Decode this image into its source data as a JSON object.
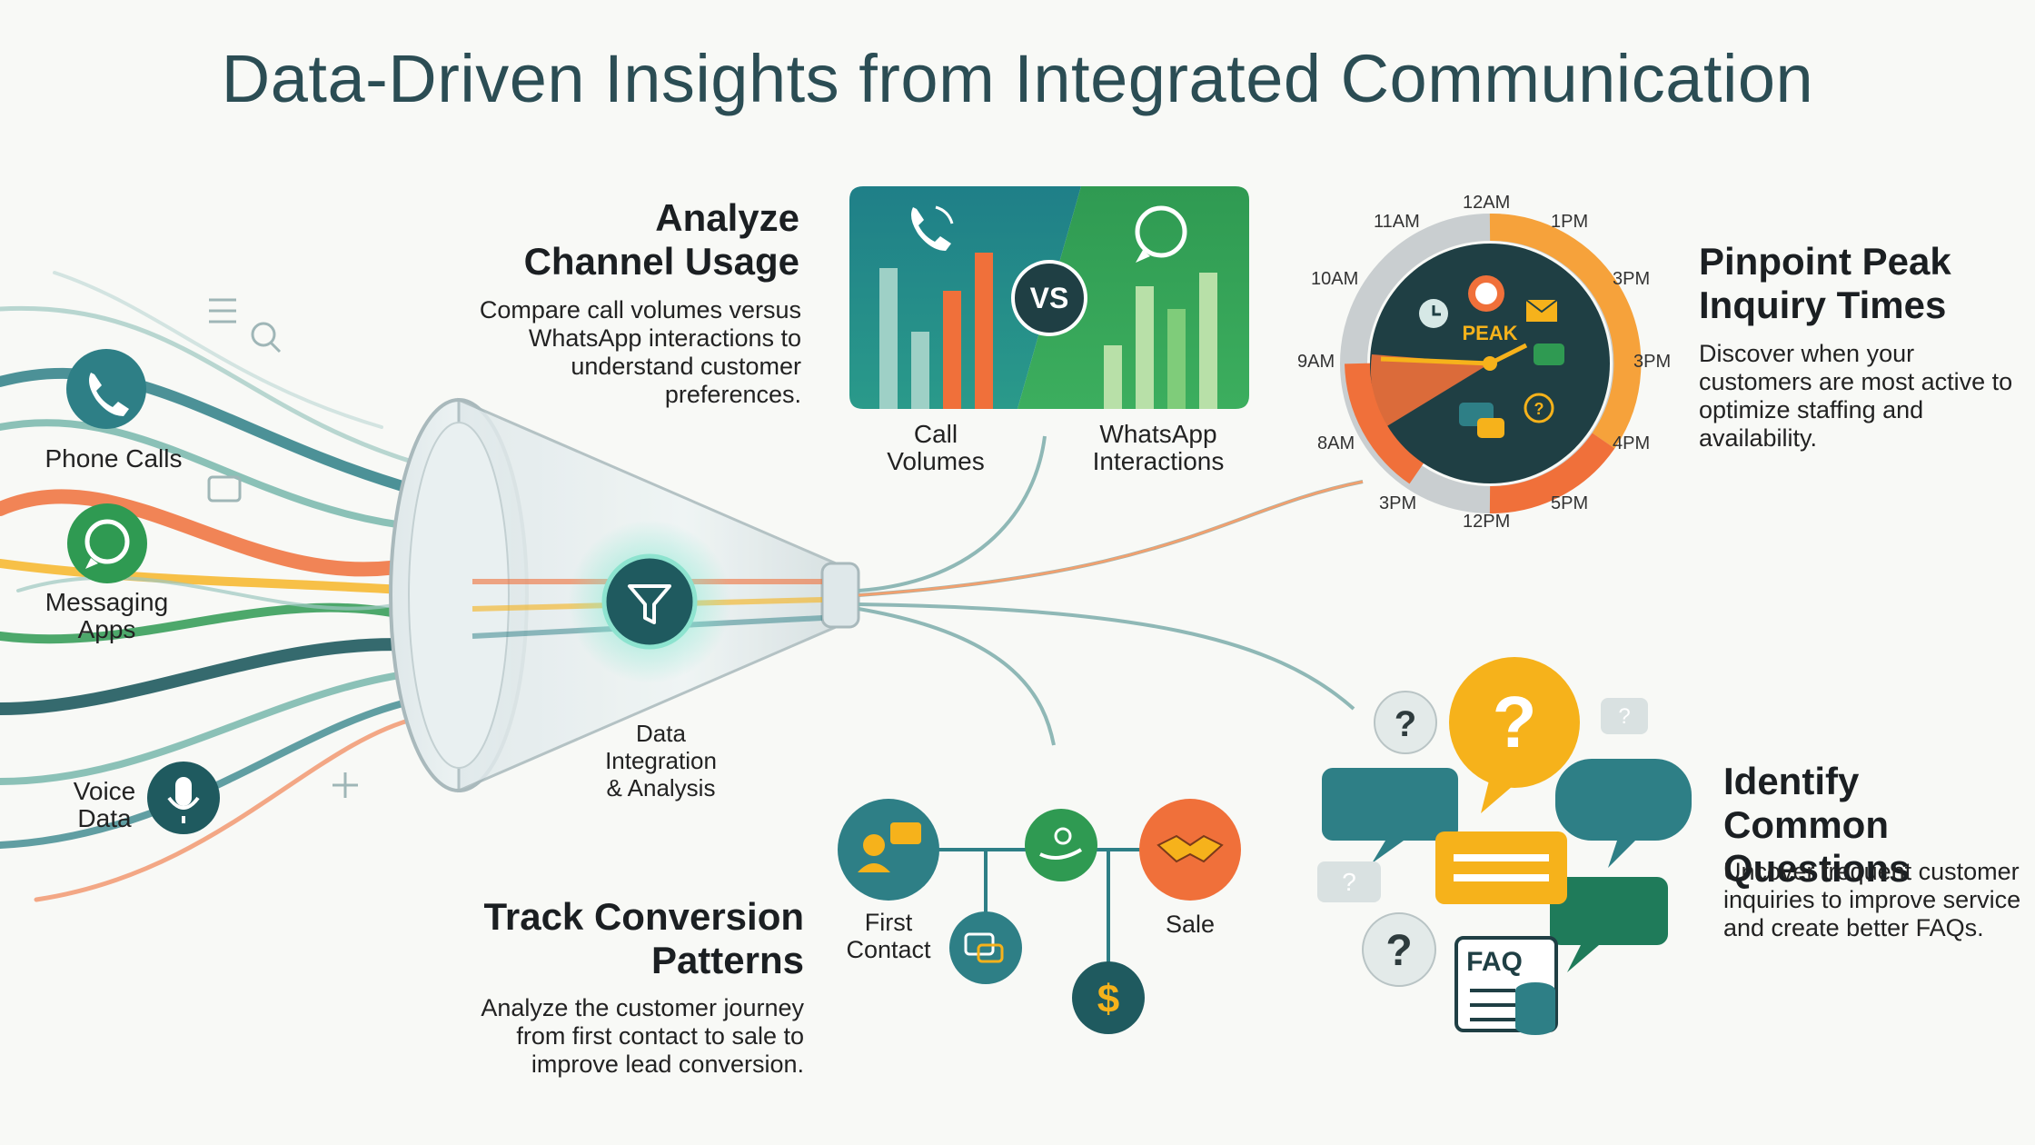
{
  "title": "Data-Driven Insights from Integrated Communication",
  "sources": {
    "phone": "Phone Calls",
    "messaging": "Messaging Apps",
    "voice": "Voice Data"
  },
  "funnel_label": "Data Integration & Analysis",
  "channel_usage": {
    "title": "Analyze Channel Usage",
    "desc": "Compare call volumes versus WhatsApp interactions to understand customer preferences.",
    "vs": "VS",
    "left_label": "Call Volumes",
    "right_label": "WhatsApp Interactions"
  },
  "peak_times": {
    "title": "Pinpoint Peak Inquiry Times",
    "desc": "Discover when your customers are most active to optimize staffing and availability.",
    "center": "PEAK",
    "clock_labels": [
      "12AM",
      "1PM",
      "3PM",
      "3PM",
      "4PM",
      "5PM",
      "12PM",
      "3PM",
      "8AM",
      "9AM",
      "10AM",
      "11AM"
    ]
  },
  "conversion": {
    "title": "Track Conversion Patterns",
    "desc": "Analyze the customer journey from first contact to sale to improve lead conversion.",
    "first_contact": "First Contact",
    "sale": "Sale"
  },
  "questions": {
    "title": "Identify Common Questions",
    "desc": "Uncover frequent customer inquiries to improve service and create better FAQs.",
    "faq": "FAQ"
  },
  "colors": {
    "teal": "#2e7f86",
    "dark_teal": "#1f5a5f",
    "green": "#2f9a52",
    "orange": "#f0703a",
    "yellow": "#f6b21b"
  }
}
